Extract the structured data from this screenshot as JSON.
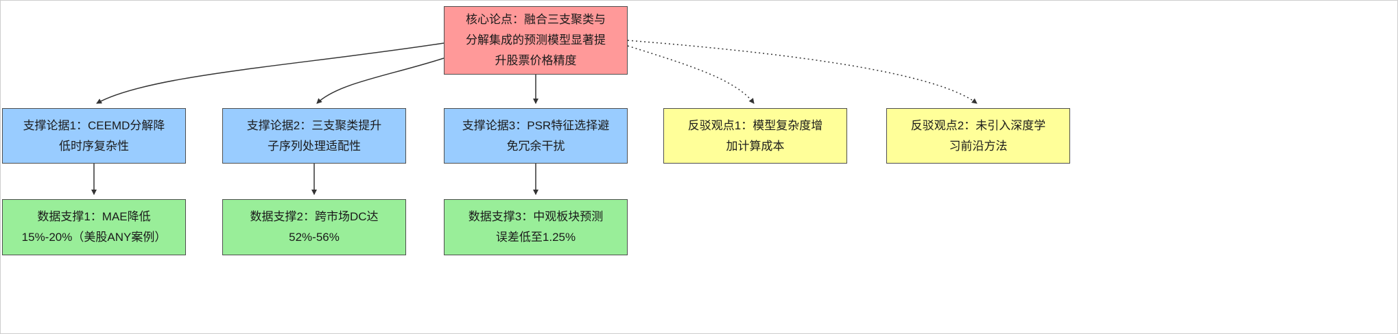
{
  "diagram": {
    "title": "argument-map",
    "colors": {
      "root_fill": "#ff9999",
      "support_fill": "#99ccff",
      "counter_fill": "#ffff99",
      "evidence_fill": "#99ee99",
      "edge": "#333333",
      "node_border": "#4d4d4d"
    },
    "root": {
      "label": "核心论点：融合三支聚类与分解集成的预测模型显著提升股票价格精度",
      "lines": [
        "核心论点：融合三支聚类与",
        "分解集成的预测模型显著提",
        "升股票价格精度"
      ]
    },
    "supports": [
      {
        "label": "支撑论据1：CEEMD分解降低时序复杂性",
        "lines": [
          "支撑论据1：CEEMD分解降",
          "低时序复杂性"
        ]
      },
      {
        "label": "支撑论据2：三支聚类提升子序列处理适配性",
        "lines": [
          "支撑论据2：三支聚类提升",
          "子序列处理适配性"
        ]
      },
      {
        "label": "支撑论据3：PSR特征选择避免冗余干扰",
        "lines": [
          "支撑论据3：PSR特征选择避",
          "免冗余干扰"
        ]
      }
    ],
    "counters": [
      {
        "label": "反驳观点1：模型复杂度增加计算成本",
        "lines": [
          "反驳观点1：模型复杂度增",
          "加计算成本"
        ]
      },
      {
        "label": "反驳观点2：未引入深度学习前沿方法",
        "lines": [
          "反驳观点2：未引入深度学",
          "习前沿方法"
        ]
      }
    ],
    "evidence": [
      {
        "label": "数据支撑1：MAE降低15%-20%（美股ANY案例）",
        "lines": [
          "数据支撑1：MAE降低",
          "15%-20%（美股ANY案例）"
        ]
      },
      {
        "label": "数据支撑2：跨市场DC达52%-56%",
        "lines": [
          "数据支撑2：跨市场DC达",
          "52%-56%"
        ]
      },
      {
        "label": "数据支撑3：中观板块预测误差低至1.25%",
        "lines": [
          "数据支撑3：中观板块预测",
          "误差低至1.25%"
        ]
      }
    ],
    "edges": {
      "solid": [
        "root->support1",
        "root->support2",
        "root->support3",
        "support1->evidence1",
        "support2->evidence2",
        "support3->evidence3"
      ],
      "dotted": [
        "root->counter1",
        "root->counter2"
      ]
    }
  }
}
